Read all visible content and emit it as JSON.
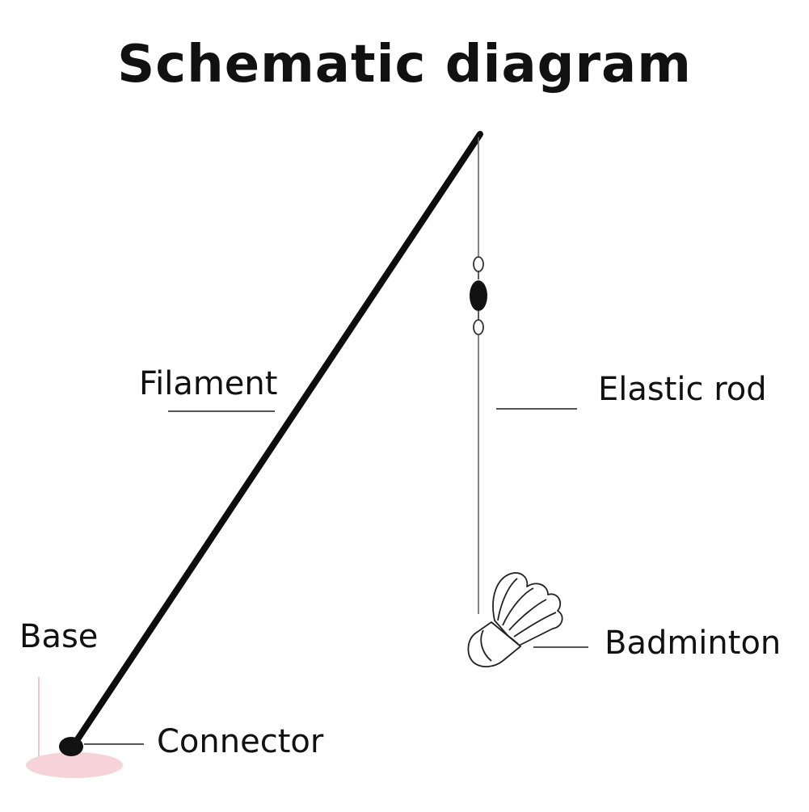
{
  "title": "Schematic diagram",
  "labels": {
    "filament": "Filament",
    "elastic_rod": "Elastic rod",
    "base": "Base",
    "badminton": "Badminton",
    "connector": "Connector"
  },
  "colors": {
    "ink": "#111111",
    "leader_line": "#555555",
    "base_pad": "#f6d3d8"
  }
}
